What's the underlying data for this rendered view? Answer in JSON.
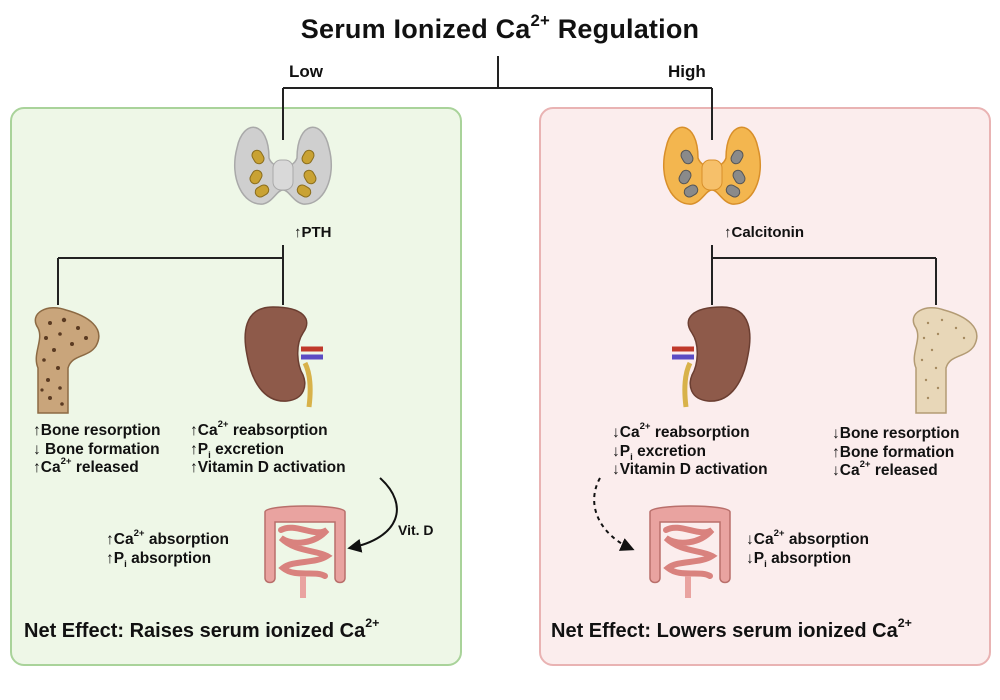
{
  "title": {
    "base": "Serum Ionized Ca",
    "sup": "2+",
    "tail": " Regulation"
  },
  "branches": {
    "low": "Low",
    "high": "High"
  },
  "left": {
    "hormone": {
      "arrow": "↑",
      "label": "PTH"
    },
    "bone_effects": [
      {
        "arrow": "↑",
        "pre": "Bone resorption",
        "sup": "",
        "post": ""
      },
      {
        "arrow": "↓",
        "pre": " Bone formation",
        "sup": "",
        "post": ""
      },
      {
        "arrow": "↑",
        "pre": "Ca",
        "sup": "2+",
        "post": " released"
      }
    ],
    "kidney_effects": [
      {
        "arrow": "↑",
        "pre": "Ca",
        "sup": "2+",
        "post": " reabsorption"
      },
      {
        "arrow": "↑",
        "pre": "P",
        "sub": "i",
        "post": " excretion"
      },
      {
        "arrow": "↑",
        "pre": "Vitamin D activation",
        "sub": "",
        "post": ""
      }
    ],
    "vitd_label": "Vit. D",
    "intestine_effects": [
      {
        "arrow": "↑",
        "pre": "Ca",
        "sup": "2+",
        "sub": "",
        "post": " absorption"
      },
      {
        "arrow": "↑",
        "pre": "P",
        "sup": "",
        "sub": "i",
        "post": " absorption"
      }
    ],
    "net": {
      "pre": "Net Effect: Raises serum ionized Ca",
      "sup": "2+"
    }
  },
  "right": {
    "hormone": {
      "arrow": "↑",
      "label": "Calcitonin"
    },
    "kidney_effects": [
      {
        "arrow": "↓",
        "pre": "Ca",
        "sup": "2+",
        "sub": "",
        "post": " reabsorption"
      },
      {
        "arrow": "↓",
        "pre": "P",
        "sup": "",
        "sub": "i",
        "post": " excretion"
      },
      {
        "arrow": "↓",
        "pre": "Vitamin D activation",
        "sup": "",
        "sub": "",
        "post": ""
      }
    ],
    "bone_effects": [
      {
        "arrow": "↓",
        "pre": "Bone resorption",
        "sup": "",
        "post": ""
      },
      {
        "arrow": "↑",
        "pre": "Bone formation",
        "sup": "",
        "post": ""
      },
      {
        "arrow": "↓",
        "pre": "Ca",
        "sup": "2+",
        "post": " released"
      }
    ],
    "intestine_effects": [
      {
        "arrow": "↓",
        "pre": "Ca",
        "sup": "2+",
        "sub": "",
        "post": " absorption"
      },
      {
        "arrow": "↓",
        "pre": "P",
        "sup": "",
        "sub": "i",
        "post": " absorption"
      }
    ],
    "net": {
      "pre": "Net Effect: Lowers serum ionized Ca",
      "sup": "2+"
    }
  },
  "colors": {
    "left_panel_bg": "#eef7e7",
    "left_panel_border": "#a9d39a",
    "right_panel_bg": "#fbeded",
    "right_panel_border": "#e9b3b3",
    "thyroid_left": "#cfcfcf",
    "thyroid_right": "#f3b64f",
    "kidney": "#8e5a4a",
    "intestine": "#e9a3a0",
    "bone": "#c9a57b"
  }
}
